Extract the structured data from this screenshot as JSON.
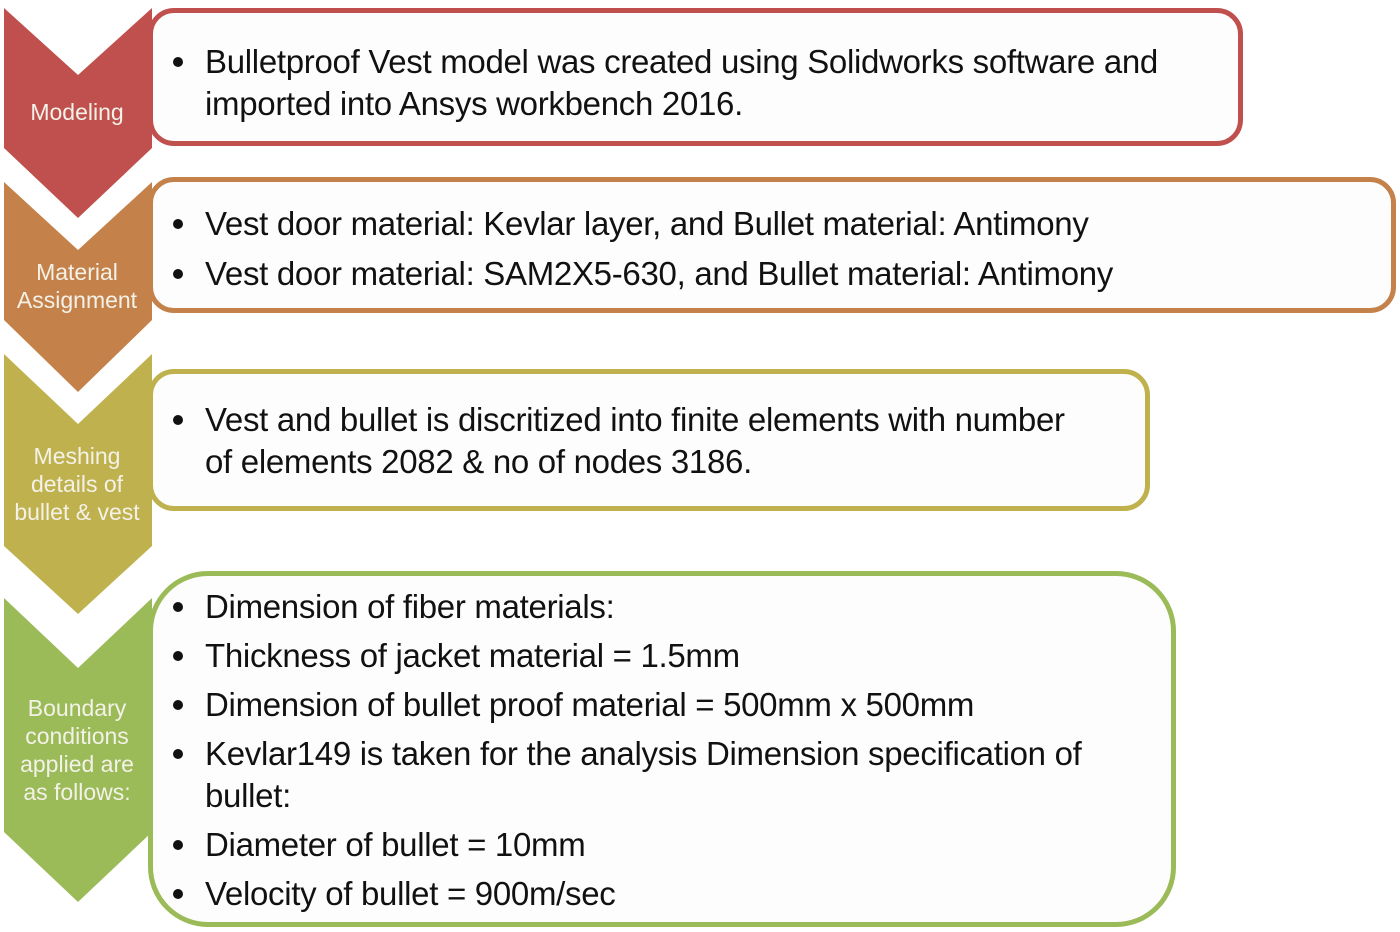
{
  "colors": {
    "modeling": "#c0504d",
    "material": "#c4824a",
    "meshing": "#bfb24e",
    "boundary": "#9bbb59",
    "box_background": "#fdfdfd",
    "text": "#111111",
    "label_text": "#f4f1e8"
  },
  "steps": [
    {
      "label_lines": [
        "Modeling"
      ],
      "items": [
        "Bulletproof Vest model was created using Solidworks software and imported into Ansys workbench 2016."
      ]
    },
    {
      "label_lines": [
        "Material",
        "Assignment"
      ],
      "items": [
        "Vest door material: Kevlar layer, and Bullet material: Antimony",
        "Vest door material: SAM2X5-630, and  Bullet material: Antimony"
      ]
    },
    {
      "label_lines": [
        "Meshing",
        "details of",
        "bullet & vest"
      ],
      "items": [
        "Vest and bullet is discritized into finite elements with number of elements 2082 & no of nodes 3186."
      ]
    },
    {
      "label_lines": [
        "Boundary",
        "conditions",
        "applied are",
        "as follows:"
      ],
      "items": [
        "Dimension of fiber materials:",
        "Thickness of jacket material = 1.5mm",
        "Dimension of bullet proof material = 500mm x 500mm",
        "Kevlar149 is taken for the analysis Dimension specification of bullet:",
        "Diameter of bullet = 10mm",
        "Velocity of bullet = 900m/sec"
      ]
    }
  ]
}
